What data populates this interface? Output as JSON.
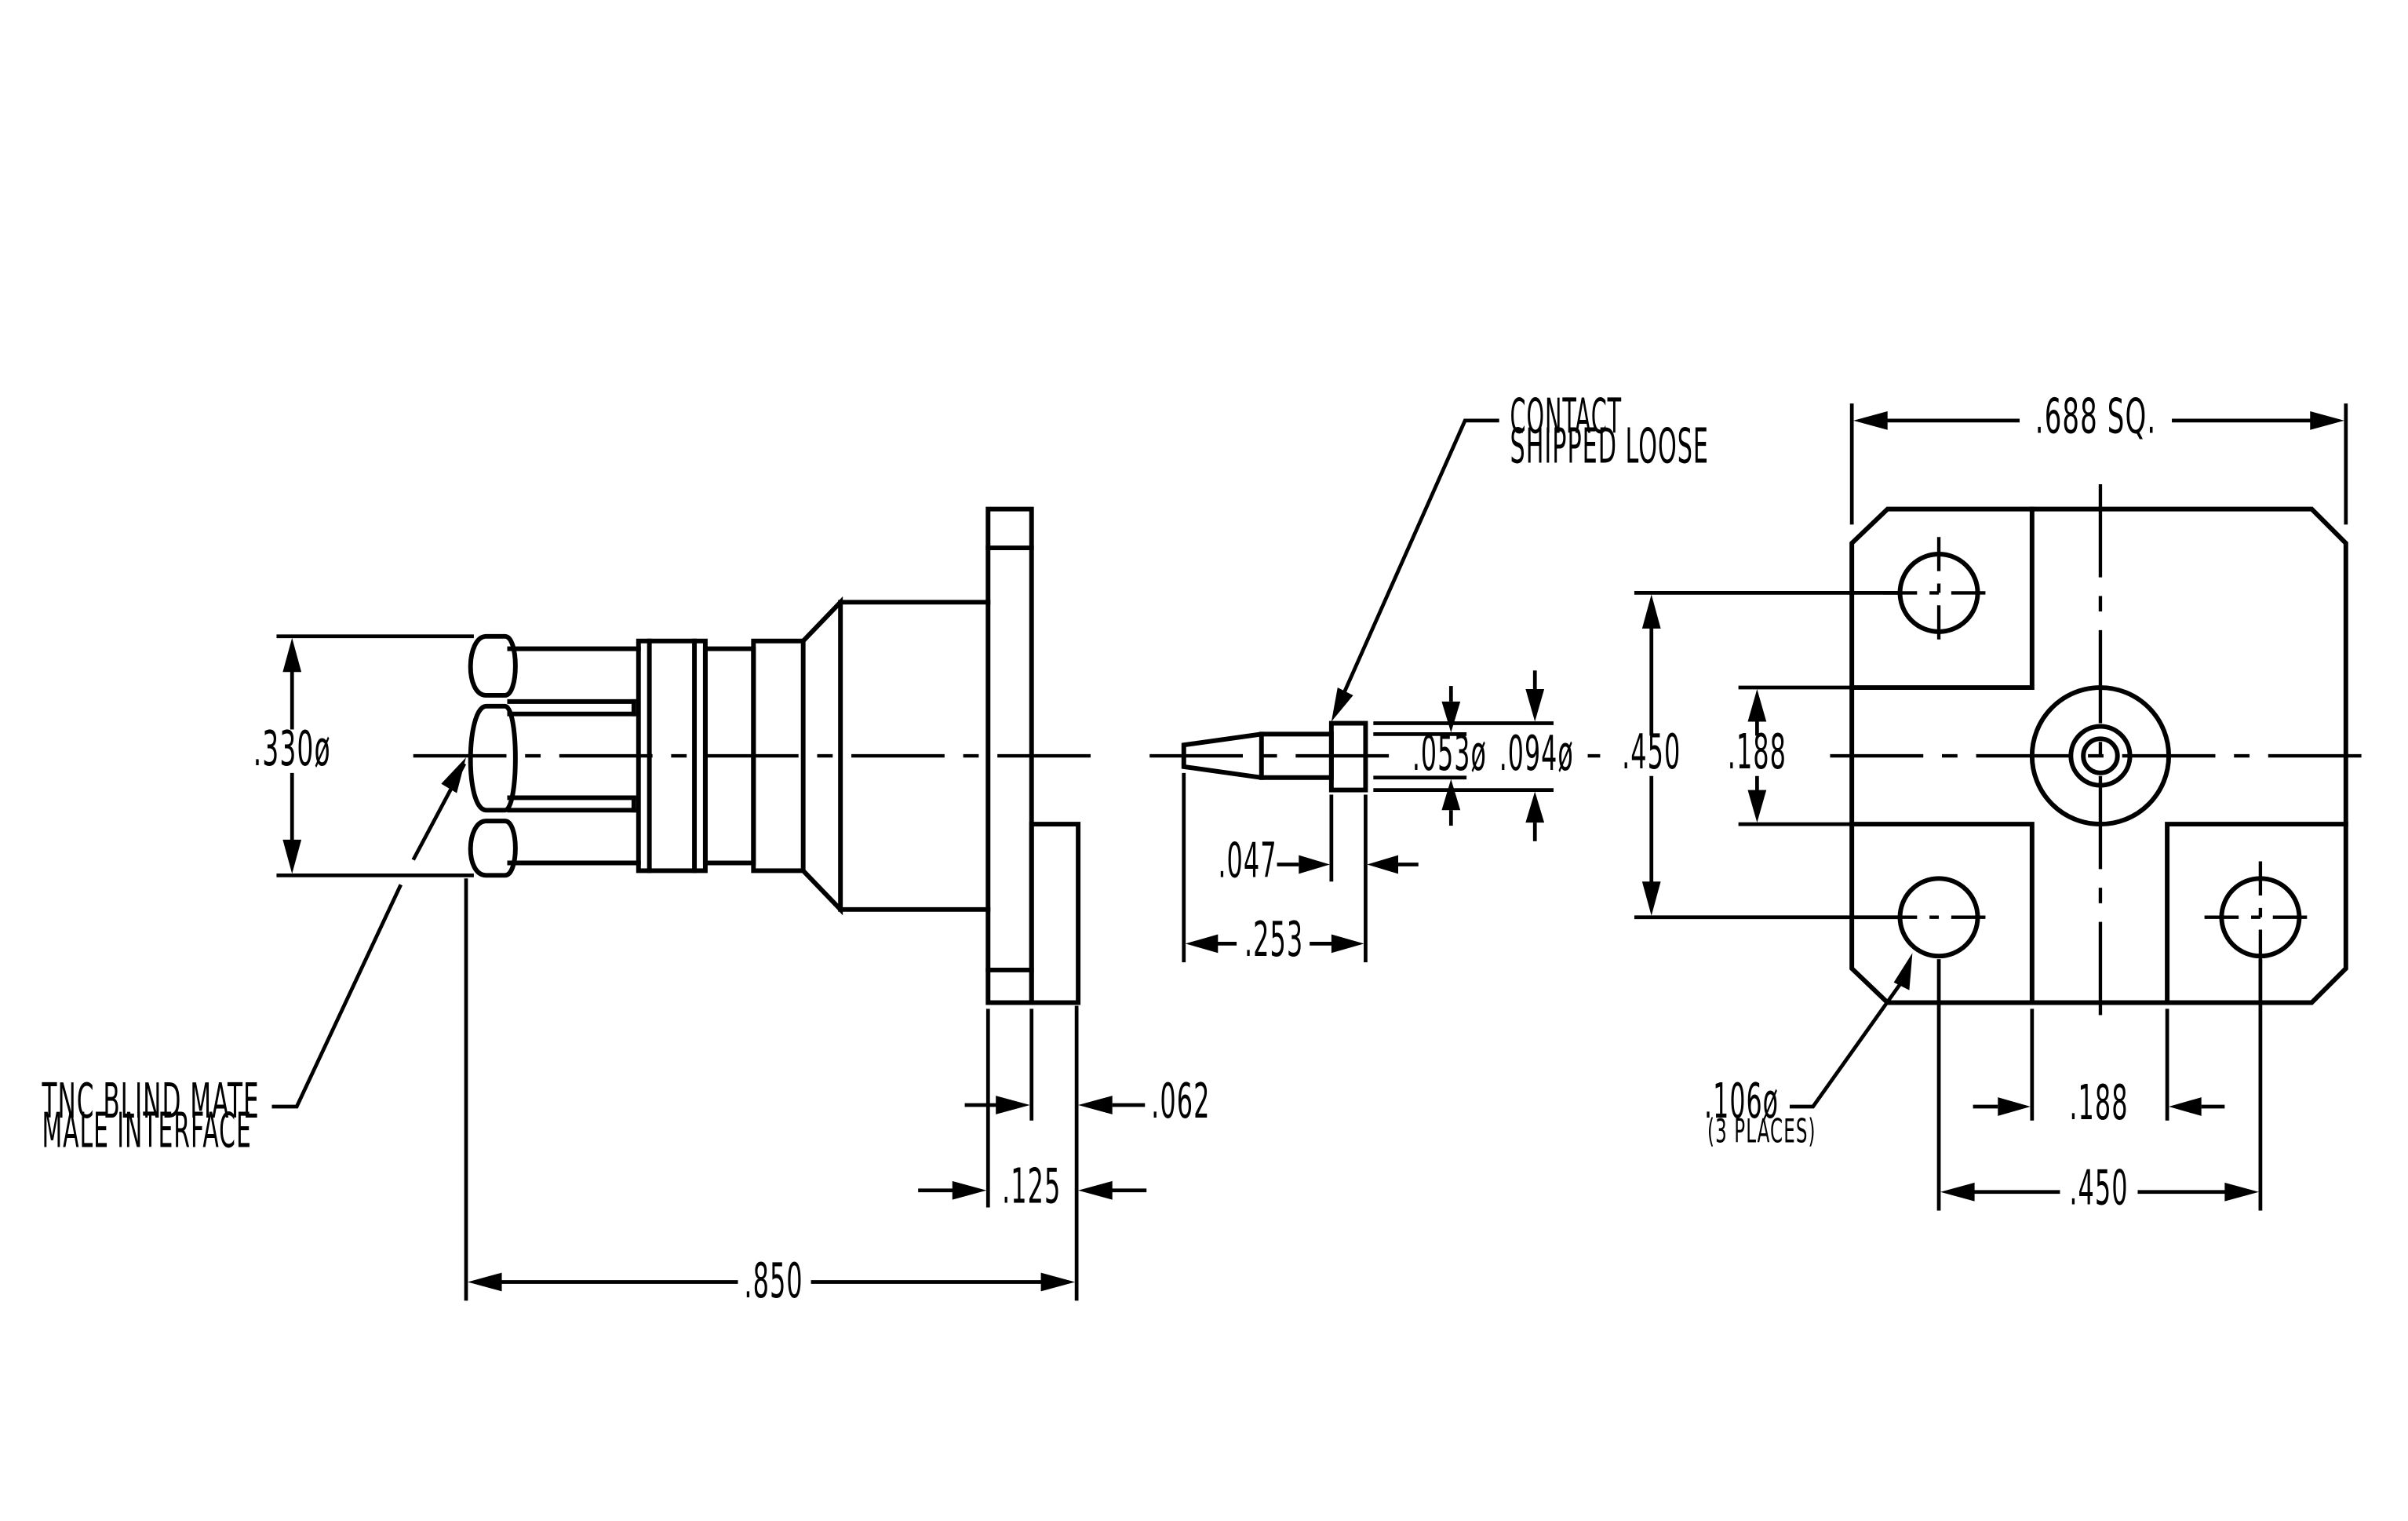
{
  "labels": {
    "contact_note_line1": "CONTACT",
    "contact_note_line2": "SHIPPED  LOOSE",
    "interface_note_line1": "TNC  BLIND  MATE",
    "interface_note_line2": "MALE  INTERFACE",
    "dim_body_dia": ".330ø",
    "dim_overall_length": ".850",
    "dim_flange_thk": ".062",
    "dim_flange_step": ".125",
    "dim_contact_head": ".047",
    "dim_contact_length": ".253",
    "dim_contact_small_dia": ".053ø",
    "dim_contact_large_dia": ".094ø",
    "dim_flange_square": ".688  SQ.",
    "dim_hole_spacing_v": ".450",
    "dim_hole_offset_v": ".188",
    "dim_hole_offset_h": ".188",
    "dim_hole_spacing_h": ".450",
    "dim_hole_dia": ".106ø",
    "dim_hole_count": "(3  PLACES)"
  }
}
